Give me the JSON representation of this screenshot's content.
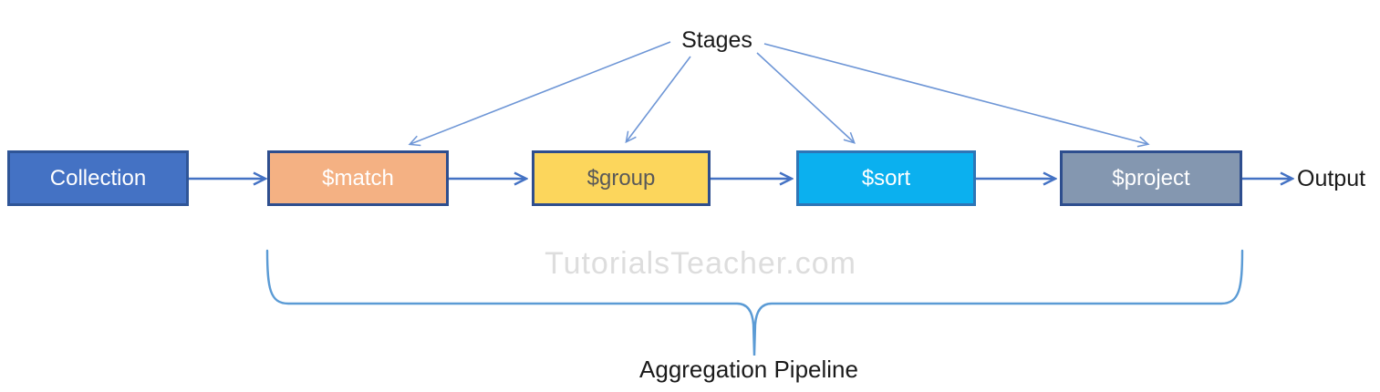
{
  "diagram": {
    "stages_label": "Stages",
    "output_label": "Output",
    "pipeline_label": "Aggregation Pipeline",
    "watermark": "TutorialsTeacher.com",
    "nodes": [
      {
        "id": "collection",
        "label": "Collection",
        "fill": "#4472C4",
        "border": "#2F5597",
        "text_color": "#FFFFFF"
      },
      {
        "id": "match",
        "label": "$match",
        "fill": "#F4B183",
        "border": "#2E4E8E",
        "text_color": "#FFFFFF"
      },
      {
        "id": "group",
        "label": "$group",
        "fill": "#FCD65C",
        "border": "#2E4E8E",
        "text_color": "#595959"
      },
      {
        "id": "sort",
        "label": "$sort",
        "fill": "#0BB0EF",
        "border": "#2E75B6",
        "text_color": "#FFFFFF"
      },
      {
        "id": "project",
        "label": "$project",
        "fill": "#8497B0",
        "border": "#2E4E8E",
        "text_color": "#FFFFFF"
      }
    ],
    "colors": {
      "pipeline_arrow": "#4472C4",
      "stage_arrow": "#6E96D6",
      "brace": "#5B9BD5",
      "watermark": "#DDDDDD"
    }
  }
}
